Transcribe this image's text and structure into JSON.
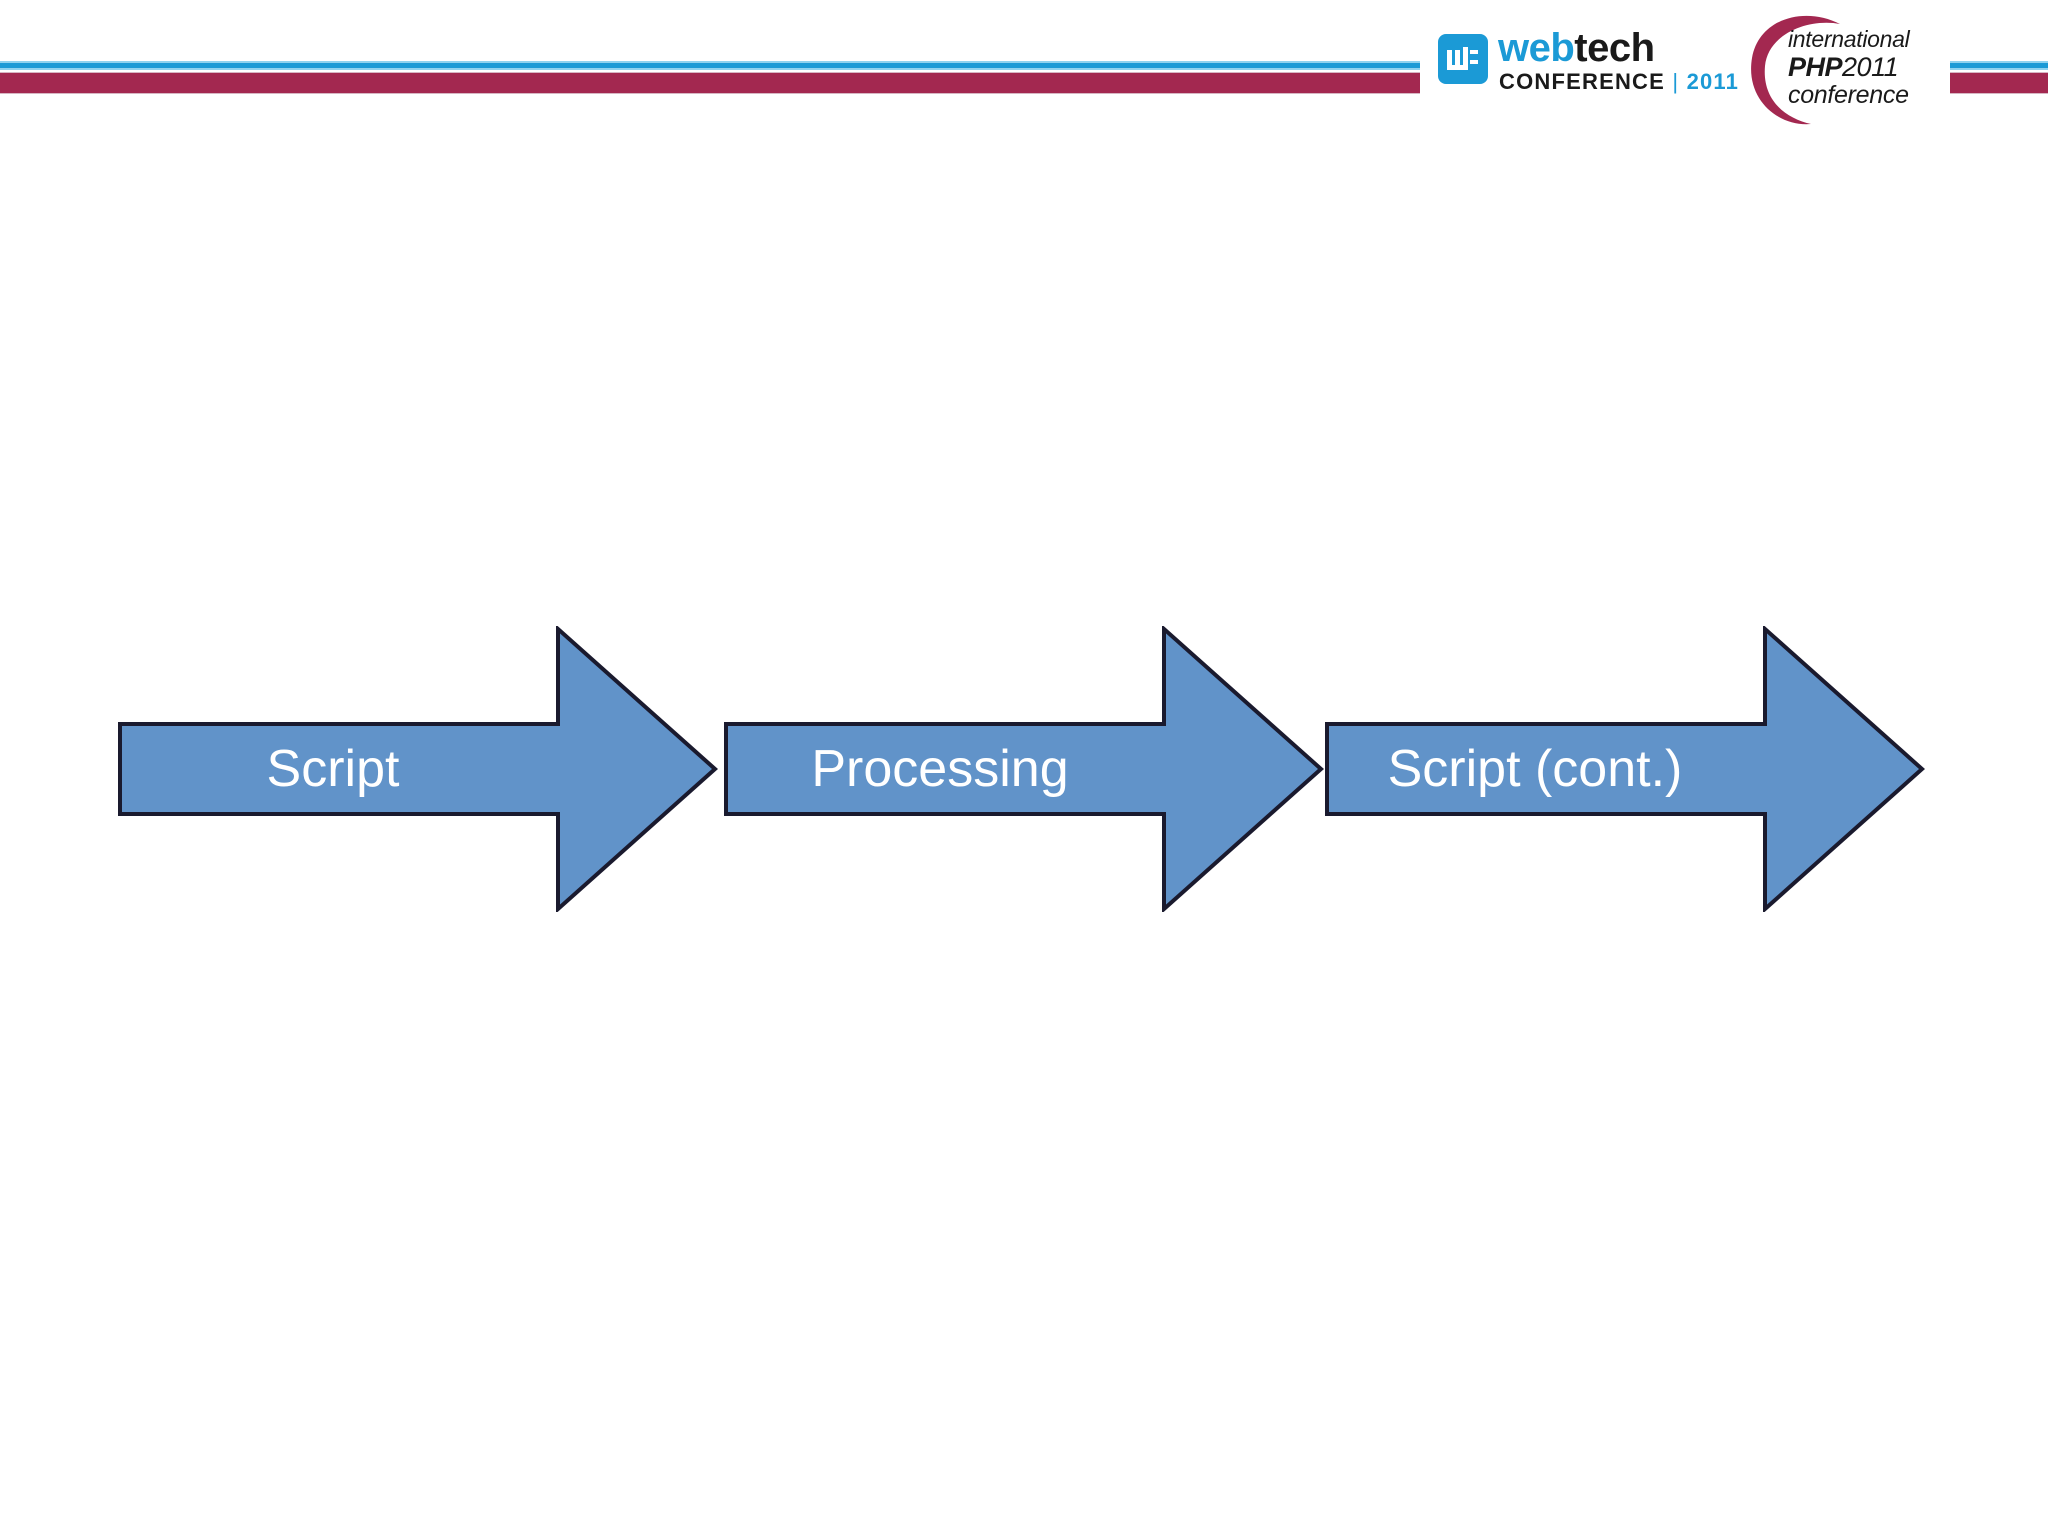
{
  "slide": {
    "background_color": "#ffffff",
    "type": "presentation-slide"
  },
  "header": {
    "rule_blue_color": "#1b9ad6",
    "rule_crimson_color": "#a32850",
    "logos": {
      "webtech": {
        "mark_label": "w:",
        "word_part_1": "web",
        "word_part_2": "tech",
        "subtitle_text": "CONFERENCE",
        "subtitle_separator": "|",
        "subtitle_year": "2011",
        "accent_color": "#1b9ad6",
        "dark_color": "#1a1a1a"
      },
      "php": {
        "line_1": "international",
        "line_2_bold": "PHP",
        "line_2_regular": "2011",
        "line_3": "conference",
        "swoosh_color": "#a32850"
      }
    }
  },
  "chart_data": {
    "type": "diagram",
    "diagram_kind": "chevron-arrow-sequence",
    "title": "",
    "orientation": "left-to-right",
    "arrow_fill": "#6193c9",
    "arrow_stroke": "#1a1a2e",
    "label_color": "#ffffff",
    "steps": [
      {
        "label": "Script"
      },
      {
        "label": "Processing"
      },
      {
        "label": "Script (cont.)"
      }
    ]
  },
  "diagram": {
    "arrows": [
      {
        "label": "Script"
      },
      {
        "label": "Processing"
      },
      {
        "label": "Script (cont.)"
      }
    ]
  }
}
